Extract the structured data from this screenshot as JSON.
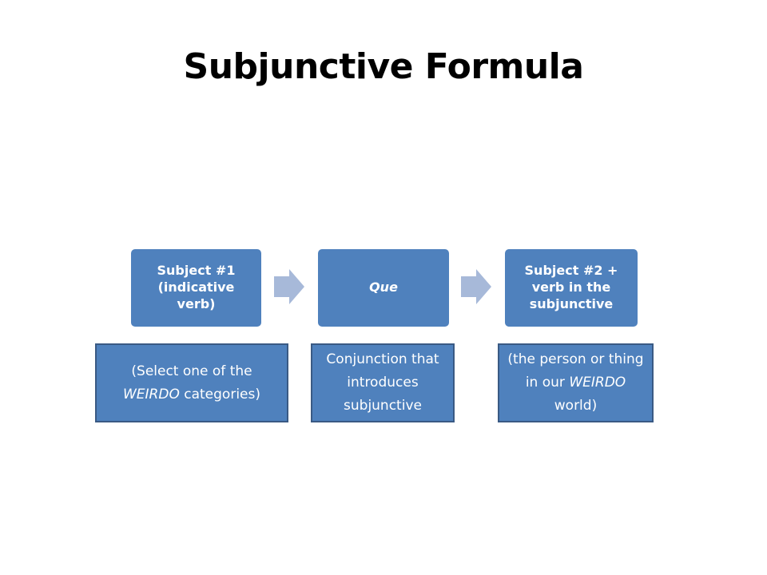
{
  "slide": {
    "title": "Subjunctive Formula"
  },
  "colors": {
    "box_fill": "#4f81bd",
    "box_border": "#3a5a84",
    "arrow_fill": "#a7b9d9",
    "text_light": "#ffffff"
  },
  "steps": [
    {
      "label": "Subject #1 (indicative verb)"
    },
    {
      "label": "Que"
    },
    {
      "label": "Subject #2 + verb in the subjunctive"
    }
  ],
  "notes": [
    {
      "before": "(Select one of the ",
      "emphasis": "WEIRDO",
      "after": " categories)"
    },
    {
      "text": "Conjunction that introduces subjunctive"
    },
    {
      "before": "(the person or thing in our ",
      "emphasis": "WEIRDO",
      "after": " world)"
    }
  ],
  "icons": {
    "arrow": "chevron-right-arrow-icon"
  }
}
